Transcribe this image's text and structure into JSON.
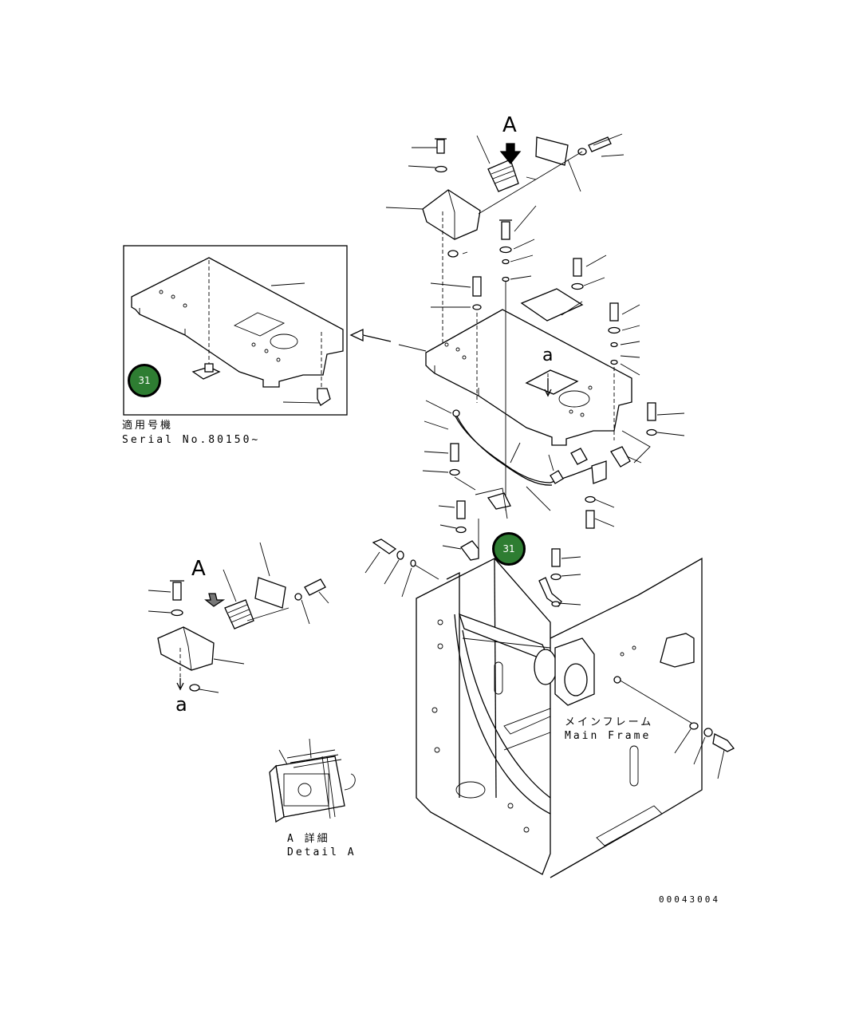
{
  "labels": {
    "serial_jp": "適用号機",
    "serial_en": "Serial No.80150~",
    "main_frame_jp": "メインフレーム",
    "main_frame_en": "Main Frame",
    "detail_jp": "A 詳細",
    "detail_en": "Detail A",
    "view_a_top": "A",
    "view_a_left": "A",
    "ref_a_mid": "a",
    "ref_a_bottom": "a",
    "drawing_number": "00043004"
  },
  "callouts": [
    {
      "number": "31"
    },
    {
      "number": "31"
    }
  ],
  "colors": {
    "callout_fill": "#2e7d32",
    "line": "#000000",
    "background": "#ffffff"
  }
}
